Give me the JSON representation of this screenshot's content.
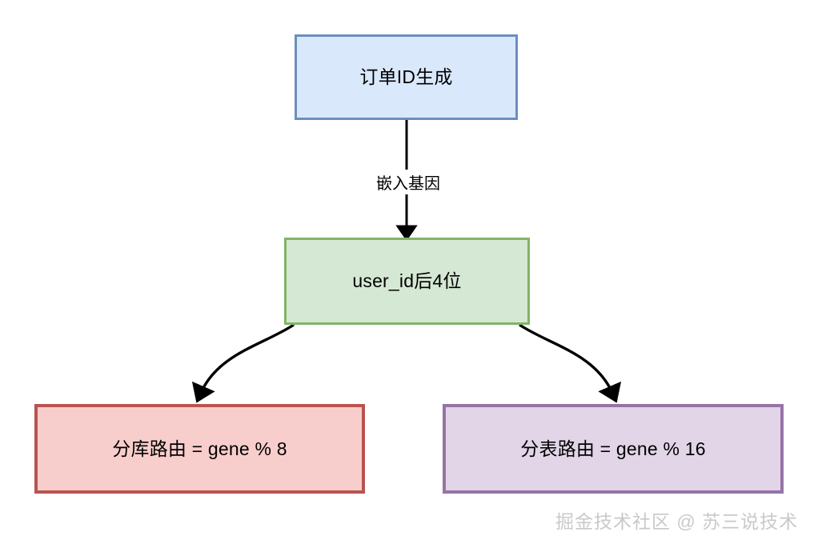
{
  "diagram": {
    "type": "flowchart",
    "background_color": "#ffffff",
    "nodes": [
      {
        "id": "order-id",
        "label": "订单ID生成",
        "fill": "#dae8fc",
        "stroke": "#6c8ebf"
      },
      {
        "id": "user-gene",
        "label": "user_id后4位",
        "fill": "#d5e8d4",
        "stroke": "#82b366"
      },
      {
        "id": "db-route",
        "label": "分库路由 = gene % 8",
        "fill": "#f8cecc",
        "stroke": "#b85450"
      },
      {
        "id": "table-route",
        "label": "分表路由 = gene % 16",
        "fill": "#e1d5e7",
        "stroke": "#9673a6"
      }
    ],
    "edges": [
      {
        "id": "order-to-gene",
        "from": "order-id",
        "to": "user-gene",
        "label": "嵌入基因",
        "style": "straight",
        "color": "#000000"
      },
      {
        "id": "gene-to-db",
        "from": "user-gene",
        "to": "db-route",
        "label": "",
        "style": "curved",
        "color": "#000000"
      },
      {
        "id": "gene-to-table",
        "from": "user-gene",
        "to": "table-route",
        "label": "",
        "style": "curved",
        "color": "#000000"
      }
    ]
  },
  "watermark": {
    "text": "掘金技术社区 @ 苏三说技术",
    "color": "#c9c9c9"
  }
}
